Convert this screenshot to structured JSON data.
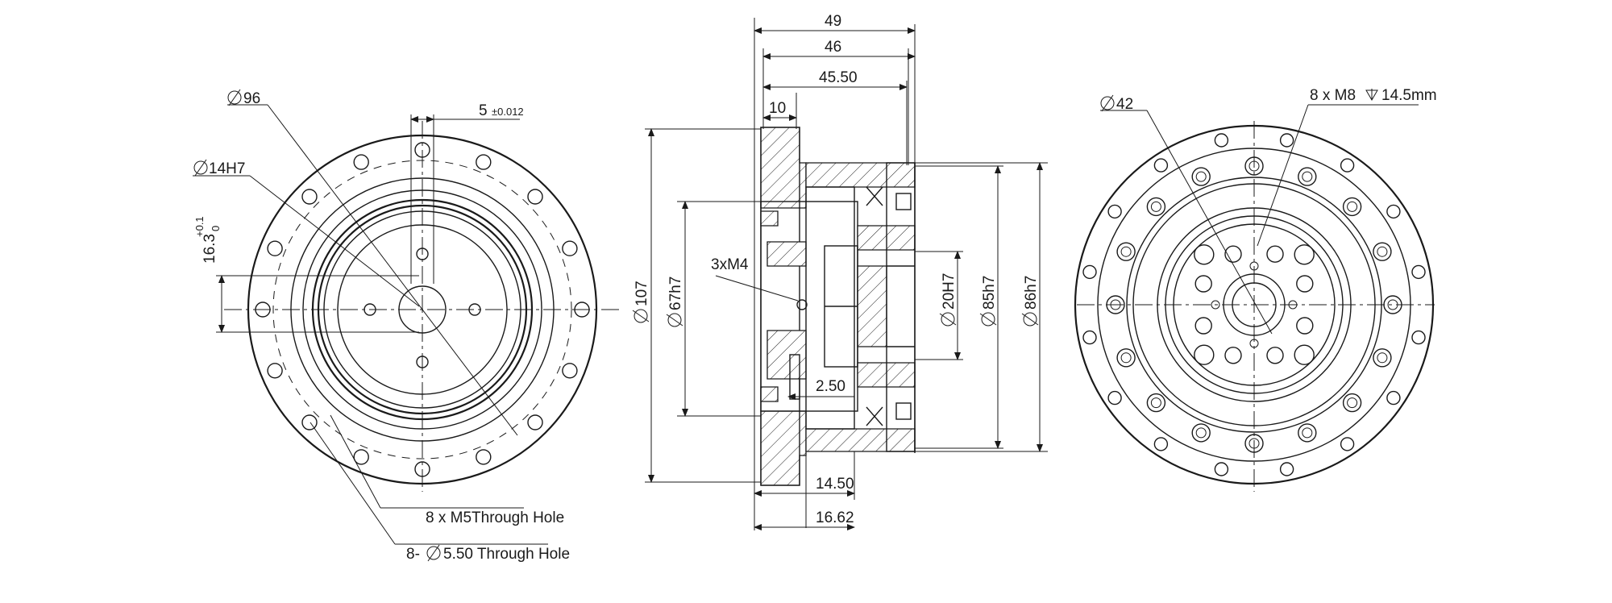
{
  "left_view": {
    "dia_outer": "96",
    "dia_bore": "14H7",
    "key_width": "5",
    "key_tol": "±0.012",
    "key_height": "16.3",
    "key_height_tol_upper": "+0.1",
    "key_height_tol_lower": "0",
    "holes_m5": "8 x M5Through Hole",
    "holes_prefix": "8-",
    "holes_through": "5.50 Through Hole"
  },
  "section_view": {
    "len_49": "49",
    "len_46": "46",
    "len_45_50": "45.50",
    "len_10": "10",
    "dia_107": "107",
    "dia_67h7": "67h7",
    "tap_3xm4": "3xM4",
    "len_2_50": "2.50",
    "dia_20h7": "20H7",
    "dia_85h7": "85h7",
    "dia_86h7": "86h7",
    "len_14_50": "14.50",
    "len_16_62": "16.62"
  },
  "right_view": {
    "dia_42": "42",
    "holes_m8_prefix": "8 x  M8",
    "holes_m8_depth": "14.5mm"
  }
}
